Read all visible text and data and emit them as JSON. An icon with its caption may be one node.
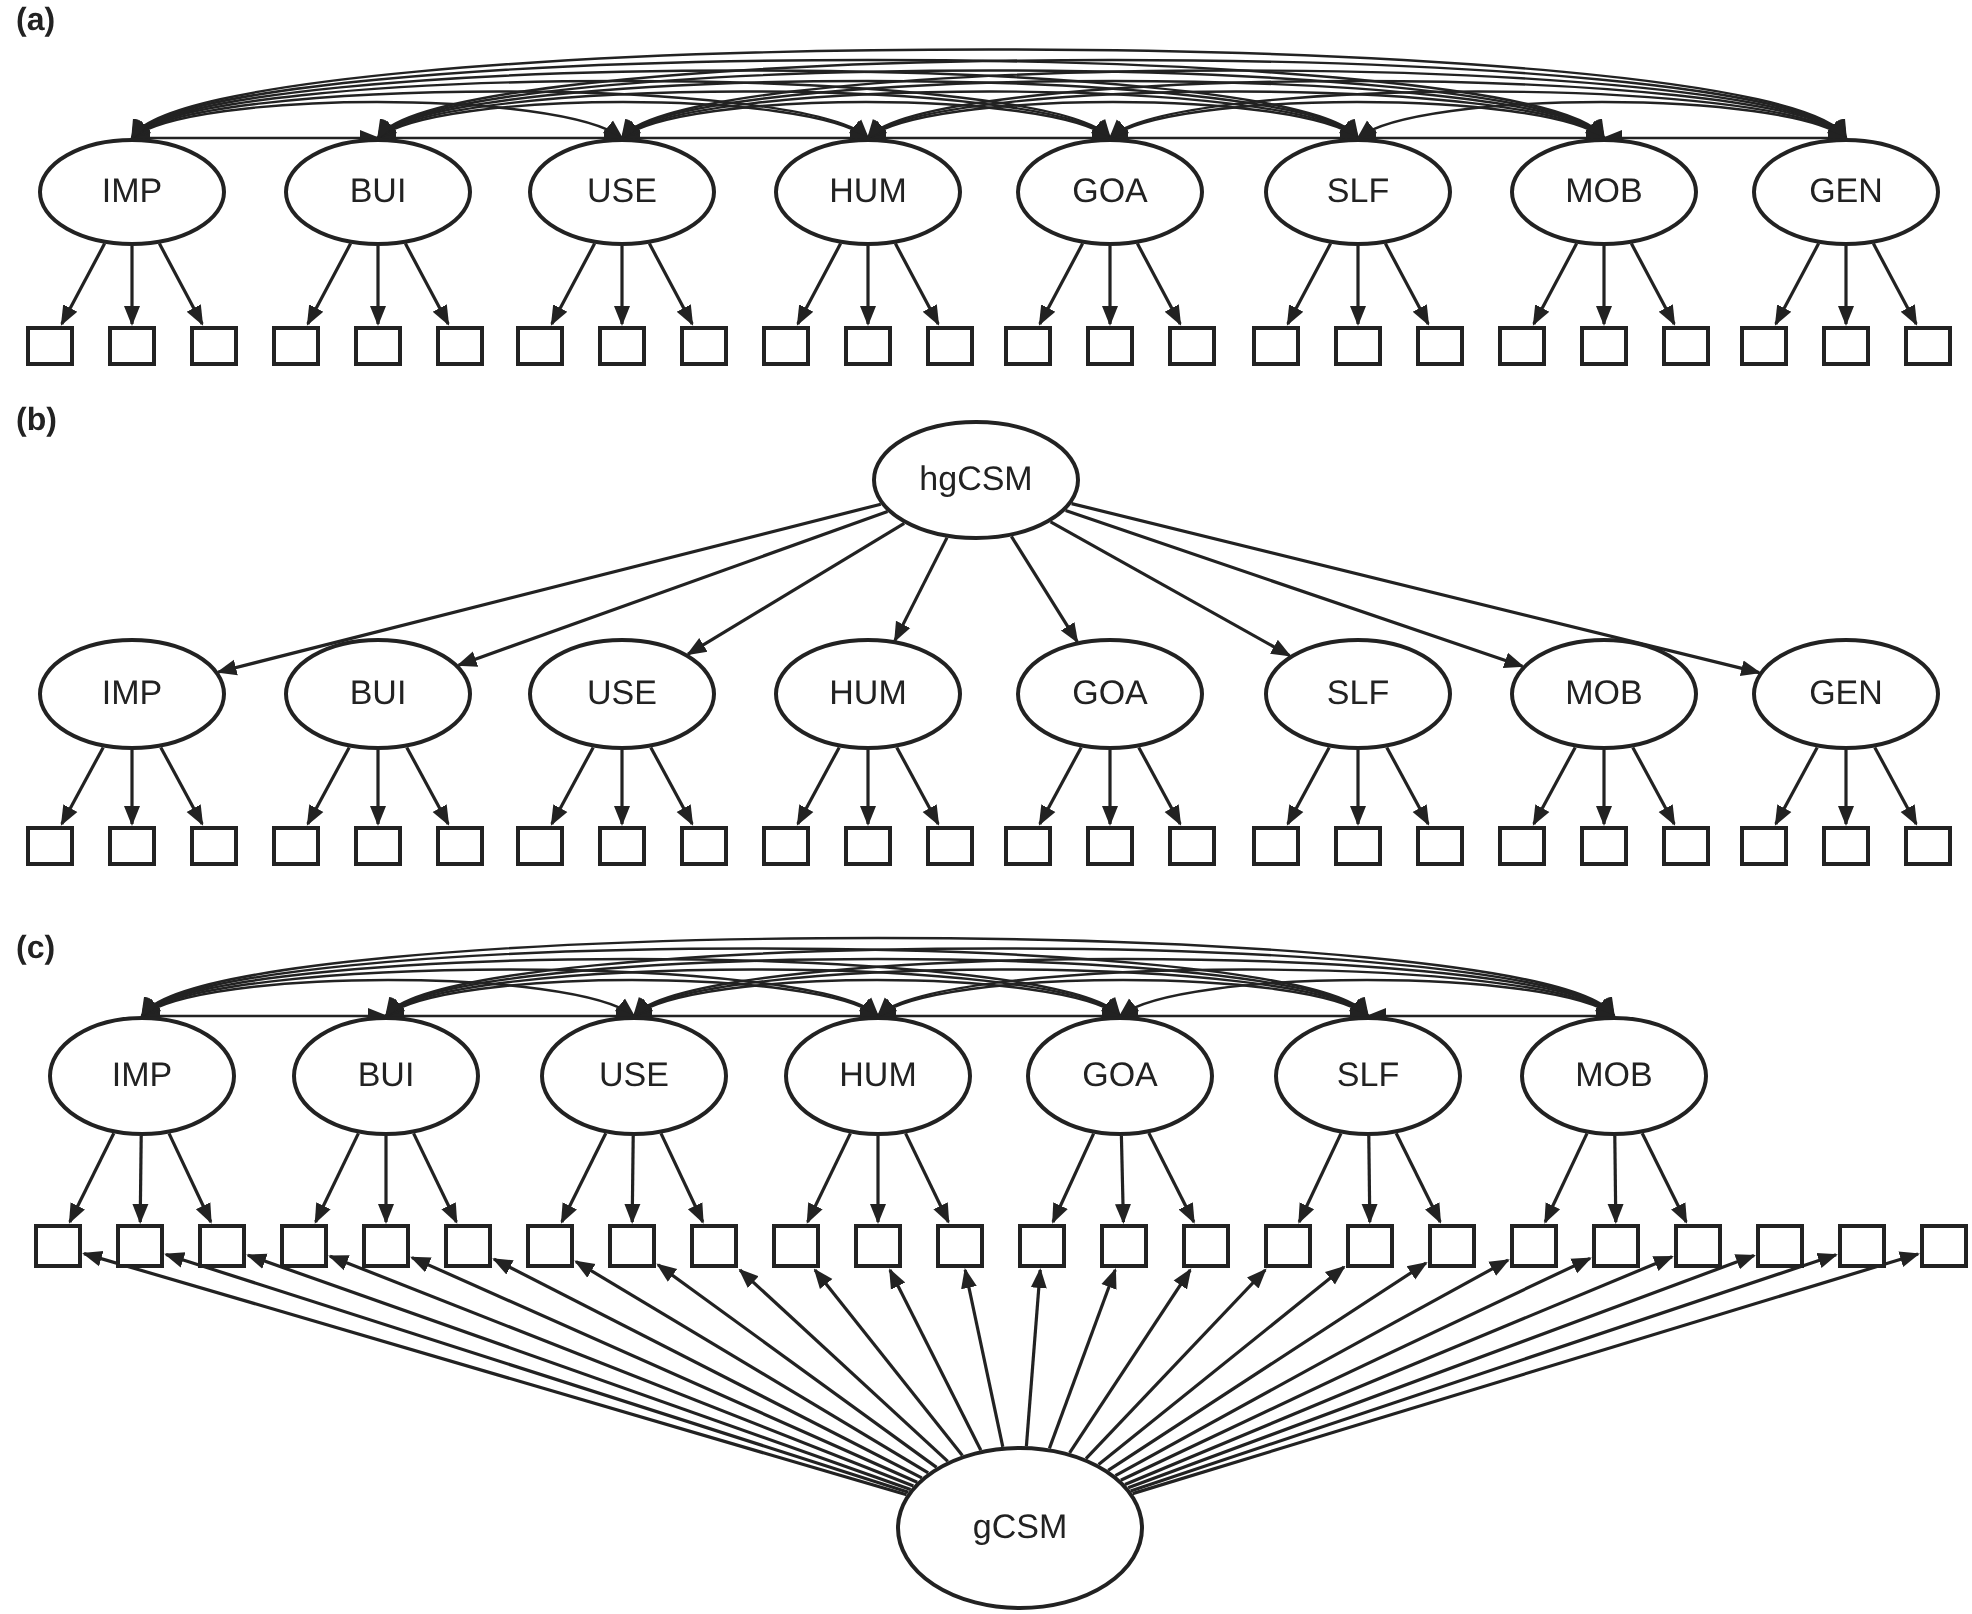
{
  "diagram": {
    "nodes": [
      {
        "text": [
          "IMP"
        ]
      },
      {
        "text": [
          "BUI"
        ]
      },
      {
        "text": [
          "USE"
        ]
      },
      {
        "text": [
          "HUM"
        ]
      },
      {
        "text": [
          "GOA"
        ]
      },
      {
        "text": [
          "SLF"
        ]
      },
      {
        "text": [
          "MOB"
        ]
      },
      {
        "text": [
          "GEN"
        ]
      },
      {
        "text": [],
        "shape": "box"
      },
      {
        "text": [],
        "shape": "box"
      },
      {
        "text": [],
        "shape": "box"
      },
      {
        "text": [],
        "shape": "box"
      },
      {
        "text": [],
        "shape": "box"
      },
      {
        "text": [],
        "shape": "box"
      },
      {
        "text": [],
        "shape": "box"
      },
      {
        "text": [],
        "shape": "box"
      },
      {
        "text": [],
        "shape": "box"
      },
      {
        "text": [],
        "shape": "box"
      },
      {
        "text": [],
        "shape": "box"
      },
      {
        "text": [],
        "shape": "box"
      },
      {
        "text": [],
        "shape": "box"
      },
      {
        "text": [],
        "shape": "box"
      },
      {
        "text": [],
        "shape": "box"
      },
      {
        "text": [],
        "shape": "box"
      },
      {
        "text": [],
        "shape": "box"
      },
      {
        "text": [],
        "shape": "box"
      },
      {
        "text": [],
        "shape": "box"
      },
      {
        "text": [],
        "shape": "box"
      },
      {
        "text": [],
        "shape": "box"
      },
      {
        "text": [],
        "shape": "box"
      },
      {
        "text": [],
        "shape": "box"
      },
      {
        "text": [],
        "shape": "box"
      },
      {
        "text": [
          "hgCSM"
        ]
      },
      {
        "text": [
          "IMP"
        ]
      },
      {
        "text": [
          "BUI"
        ]
      },
      {
        "text": [
          "USE"
        ]
      },
      {
        "text": [
          "HUM"
        ]
      },
      {
        "text": [
          "GOA"
        ]
      },
      {
        "text": [
          "SLF"
        ]
      },
      {
        "text": [
          "MOB"
        ]
      },
      {
        "text": [
          "GEN"
        ]
      },
      {
        "text": [],
        "shape": "box"
      },
      {
        "text": [],
        "shape": "box"
      },
      {
        "text": [],
        "shape": "box"
      },
      {
        "text": [],
        "shape": "box"
      },
      {
        "text": [],
        "shape": "box"
      },
      {
        "text": [],
        "shape": "box"
      },
      {
        "text": [],
        "shape": "box"
      },
      {
        "text": [],
        "shape": "box"
      },
      {
        "text": [],
        "shape": "box"
      },
      {
        "text": [],
        "shape": "box"
      },
      {
        "text": [],
        "shape": "box"
      },
      {
        "text": [],
        "shape": "box"
      },
      {
        "text": [],
        "shape": "box"
      },
      {
        "text": [],
        "shape": "box"
      },
      {
        "text": [],
        "shape": "box"
      },
      {
        "text": [],
        "shape": "box"
      },
      {
        "text": [],
        "shape": "box"
      },
      {
        "text": [],
        "shape": "box"
      },
      {
        "text": [],
        "shape": "box"
      },
      {
        "text": [],
        "shape": "box"
      },
      {
        "text": [],
        "shape": "box"
      },
      {
        "text": [],
        "shape": "box"
      },
      {
        "text": [],
        "shape": "box"
      },
      {
        "text": [],
        "shape": "box"
      },
      {
        "text": [
          "IMP"
        ]
      },
      {
        "text": [
          "BUI"
        ]
      },
      {
        "text": [
          "USE"
        ]
      },
      {
        "text": [
          "HUM"
        ]
      },
      {
        "text": [
          "GOA"
        ]
      },
      {
        "text": [
          "SLF"
        ]
      },
      {
        "text": [
          "MOB"
        ]
      },
      {
        "text": [],
        "shape": "box"
      },
      {
        "text": [],
        "shape": "box"
      },
      {
        "text": [],
        "shape": "box"
      },
      {
        "text": [],
        "shape": "box"
      },
      {
        "text": [],
        "shape": "box"
      },
      {
        "text": [],
        "shape": "box"
      },
      {
        "text": [],
        "shape": "box"
      },
      {
        "text": [],
        "shape": "box"
      },
      {
        "text": [],
        "shape": "box"
      },
      {
        "text": [],
        "shape": "box"
      },
      {
        "text": [],
        "shape": "box"
      },
      {
        "text": [],
        "shape": "box"
      },
      {
        "text": [],
        "shape": "box"
      },
      {
        "text": [],
        "shape": "box"
      },
      {
        "text": [],
        "shape": "box"
      },
      {
        "text": [],
        "shape": "box"
      },
      {
        "text": [],
        "shape": "box"
      },
      {
        "text": [],
        "shape": "box"
      },
      {
        "text": [],
        "shape": "box"
      },
      {
        "text": [],
        "shape": "box"
      },
      {
        "text": [],
        "shape": "box"
      },
      {
        "text": [],
        "shape": "box"
      },
      {
        "text": [],
        "shape": "box"
      },
      {
        "text": [],
        "shape": "box"
      },
      {
        "text": [
          "gCSM"
        ]
      }
    ],
    "edges": [
      {
        "from": 0,
        "to": 8,
        "arrow": "to"
      },
      {
        "from": 0,
        "to": 9,
        "arrow": "to"
      },
      {
        "from": 0,
        "to": 10,
        "arrow": "to"
      },
      {
        "from": 1,
        "to": 11,
        "arrow": "to"
      },
      {
        "from": 1,
        "to": 12,
        "arrow": "to"
      },
      {
        "from": 1,
        "to": 13,
        "arrow": "to"
      },
      {
        "from": 2,
        "to": 14,
        "arrow": "to"
      },
      {
        "from": 2,
        "to": 15,
        "arrow": "to"
      },
      {
        "from": 2,
        "to": 16,
        "arrow": "to"
      },
      {
        "from": 3,
        "to": 17,
        "arrow": "to"
      },
      {
        "from": 3,
        "to": 18,
        "arrow": "to"
      },
      {
        "from": 3,
        "to": 19,
        "arrow": "to"
      },
      {
        "from": 4,
        "to": 20,
        "arrow": "to"
      },
      {
        "from": 4,
        "to": 21,
        "arrow": "to"
      },
      {
        "from": 4,
        "to": 22,
        "arrow": "to"
      },
      {
        "from": 5,
        "to": 23,
        "arrow": "to"
      },
      {
        "from": 5,
        "to": 24,
        "arrow": "to"
      },
      {
        "from": 5,
        "to": 25,
        "arrow": "to"
      },
      {
        "from": 6,
        "to": 26,
        "arrow": "to"
      },
      {
        "from": 6,
        "to": 27,
        "arrow": "to"
      },
      {
        "from": 6,
        "to": 28,
        "arrow": "to"
      },
      {
        "from": 7,
        "to": 29,
        "arrow": "to"
      },
      {
        "from": 7,
        "to": 30,
        "arrow": "to"
      },
      {
        "from": 7,
        "to": 31,
        "arrow": "to"
      },
      {
        "from": 0,
        "to": 1,
        "arrow": "both"
      },
      {
        "from": 0,
        "to": 2,
        "arrow": "both"
      },
      {
        "from": 0,
        "to": 3,
        "arrow": "both"
      },
      {
        "from": 0,
        "to": 4,
        "arrow": "both"
      },
      {
        "from": 0,
        "to": 5,
        "arrow": "both"
      },
      {
        "from": 0,
        "to": 6,
        "arrow": "both"
      },
      {
        "from": 0,
        "to": 7,
        "arrow": "both"
      },
      {
        "from": 1,
        "to": 2,
        "arrow": "both"
      },
      {
        "from": 1,
        "to": 3,
        "arrow": "both"
      },
      {
        "from": 1,
        "to": 4,
        "arrow": "both"
      },
      {
        "from": 1,
        "to": 5,
        "arrow": "both"
      },
      {
        "from": 1,
        "to": 6,
        "arrow": "both"
      },
      {
        "from": 1,
        "to": 7,
        "arrow": "both"
      },
      {
        "from": 2,
        "to": 3,
        "arrow": "both"
      },
      {
        "from": 2,
        "to": 4,
        "arrow": "both"
      },
      {
        "from": 2,
        "to": 5,
        "arrow": "both"
      },
      {
        "from": 2,
        "to": 6,
        "arrow": "both"
      },
      {
        "from": 2,
        "to": 7,
        "arrow": "both"
      },
      {
        "from": 3,
        "to": 4,
        "arrow": "both"
      },
      {
        "from": 3,
        "to": 5,
        "arrow": "both"
      },
      {
        "from": 3,
        "to": 6,
        "arrow": "both"
      },
      {
        "from": 3,
        "to": 7,
        "arrow": "both"
      },
      {
        "from": 4,
        "to": 5,
        "arrow": "both"
      },
      {
        "from": 4,
        "to": 6,
        "arrow": "both"
      },
      {
        "from": 4,
        "to": 7,
        "arrow": "both"
      },
      {
        "from": 5,
        "to": 6,
        "arrow": "both"
      },
      {
        "from": 5,
        "to": 7,
        "arrow": "both"
      },
      {
        "from": 6,
        "to": 7,
        "arrow": "both"
      },
      {
        "from": 32,
        "to": 33,
        "arrow": "to"
      },
      {
        "from": 32,
        "to": 34,
        "arrow": "to"
      },
      {
        "from": 32,
        "to": 35,
        "arrow": "to"
      },
      {
        "from": 32,
        "to": 36,
        "arrow": "to"
      },
      {
        "from": 32,
        "to": 37,
        "arrow": "to"
      },
      {
        "from": 32,
        "to": 38,
        "arrow": "to"
      },
      {
        "from": 32,
        "to": 39,
        "arrow": "to"
      },
      {
        "from": 32,
        "to": 40,
        "arrow": "to"
      },
      {
        "from": 33,
        "to": 41,
        "arrow": "to"
      },
      {
        "from": 33,
        "to": 42,
        "arrow": "to"
      },
      {
        "from": 33,
        "to": 43,
        "arrow": "to"
      },
      {
        "from": 34,
        "to": 44,
        "arrow": "to"
      },
      {
        "from": 34,
        "to": 45,
        "arrow": "to"
      },
      {
        "from": 34,
        "to": 46,
        "arrow": "to"
      },
      {
        "from": 35,
        "to": 47,
        "arrow": "to"
      },
      {
        "from": 35,
        "to": 48,
        "arrow": "to"
      },
      {
        "from": 35,
        "to": 49,
        "arrow": "to"
      },
      {
        "from": 36,
        "to": 50,
        "arrow": "to"
      },
      {
        "from": 36,
        "to": 51,
        "arrow": "to"
      },
      {
        "from": 36,
        "to": 52,
        "arrow": "to"
      },
      {
        "from": 37,
        "to": 53,
        "arrow": "to"
      },
      {
        "from": 37,
        "to": 54,
        "arrow": "to"
      },
      {
        "from": 37,
        "to": 55,
        "arrow": "to"
      },
      {
        "from": 38,
        "to": 56,
        "arrow": "to"
      },
      {
        "from": 38,
        "to": 57,
        "arrow": "to"
      },
      {
        "from": 38,
        "to": 58,
        "arrow": "to"
      },
      {
        "from": 39,
        "to": 59,
        "arrow": "to"
      },
      {
        "from": 39,
        "to": 60,
        "arrow": "to"
      },
      {
        "from": 39,
        "to": 61,
        "arrow": "to"
      },
      {
        "from": 40,
        "to": 62,
        "arrow": "to"
      },
      {
        "from": 40,
        "to": 63,
        "arrow": "to"
      },
      {
        "from": 40,
        "to": 64,
        "arrow": "to"
      },
      {
        "from": 65,
        "to": 72,
        "arrow": "to"
      },
      {
        "from": 65,
        "to": 73,
        "arrow": "to"
      },
      {
        "from": 65,
        "to": 74,
        "arrow": "to"
      },
      {
        "from": 66,
        "to": 75,
        "arrow": "to"
      },
      {
        "from": 66,
        "to": 76,
        "arrow": "to"
      },
      {
        "from": 66,
        "to": 77,
        "arrow": "to"
      },
      {
        "from": 67,
        "to": 78,
        "arrow": "to"
      },
      {
        "from": 67,
        "to": 79,
        "arrow": "to"
      },
      {
        "from": 67,
        "to": 80,
        "arrow": "to"
      },
      {
        "from": 68,
        "to": 81,
        "arrow": "to"
      },
      {
        "from": 68,
        "to": 82,
        "arrow": "to"
      },
      {
        "from": 68,
        "to": 83,
        "arrow": "to"
      },
      {
        "from": 69,
        "to": 84,
        "arrow": "to"
      },
      {
        "from": 69,
        "to": 85,
        "arrow": "to"
      },
      {
        "from": 69,
        "to": 86,
        "arrow": "to"
      },
      {
        "from": 70,
        "to": 87,
        "arrow": "to"
      },
      {
        "from": 70,
        "to": 88,
        "arrow": "to"
      },
      {
        "from": 70,
        "to": 89,
        "arrow": "to"
      },
      {
        "from": 71,
        "to": 90,
        "arrow": "to"
      },
      {
        "from": 71,
        "to": 91,
        "arrow": "to"
      },
      {
        "from": 71,
        "to": 92,
        "arrow": "to"
      },
      {
        "from": 65,
        "to": 66,
        "arrow": "both"
      },
      {
        "from": 65,
        "to": 67,
        "arrow": "both"
      },
      {
        "from": 65,
        "to": 68,
        "arrow": "both"
      },
      {
        "from": 65,
        "to": 69,
        "arrow": "both"
      },
      {
        "from": 65,
        "to": 70,
        "arrow": "both"
      },
      {
        "from": 65,
        "to": 71,
        "arrow": "both"
      },
      {
        "from": 66,
        "to": 67,
        "arrow": "both"
      },
      {
        "from": 66,
        "to": 68,
        "arrow": "both"
      },
      {
        "from": 66,
        "to": 69,
        "arrow": "both"
      },
      {
        "from": 66,
        "to": 70,
        "arrow": "both"
      },
      {
        "from": 66,
        "to": 71,
        "arrow": "both"
      },
      {
        "from": 67,
        "to": 68,
        "arrow": "both"
      },
      {
        "from": 67,
        "to": 69,
        "arrow": "both"
      },
      {
        "from": 67,
        "to": 70,
        "arrow": "both"
      },
      {
        "from": 67,
        "to": 71,
        "arrow": "both"
      },
      {
        "from": 68,
        "to": 69,
        "arrow": "both"
      },
      {
        "from": 68,
        "to": 70,
        "arrow": "both"
      },
      {
        "from": 68,
        "to": 71,
        "arrow": "both"
      },
      {
        "from": 69,
        "to": 70,
        "arrow": "both"
      },
      {
        "from": 69,
        "to": 71,
        "arrow": "both"
      },
      {
        "from": 70,
        "to": 71,
        "arrow": "both"
      },
      {
        "from": 96,
        "to": 72,
        "arrow": "to"
      },
      {
        "from": 96,
        "to": 73,
        "arrow": "to"
      },
      {
        "from": 96,
        "to": 74,
        "arrow": "to"
      },
      {
        "from": 96,
        "to": 75,
        "arrow": "to"
      },
      {
        "from": 96,
        "to": 76,
        "arrow": "to"
      },
      {
        "from": 96,
        "to": 77,
        "arrow": "to"
      },
      {
        "from": 96,
        "to": 78,
        "arrow": "to"
      },
      {
        "from": 96,
        "to": 79,
        "arrow": "to"
      },
      {
        "from": 96,
        "to": 80,
        "arrow": "to"
      },
      {
        "from": 96,
        "to": 81,
        "arrow": "to"
      },
      {
        "from": 96,
        "to": 82,
        "arrow": "to"
      },
      {
        "from": 96,
        "to": 83,
        "arrow": "to"
      },
      {
        "from": 96,
        "to": 84,
        "arrow": "to"
      },
      {
        "from": 96,
        "to": 85,
        "arrow": "to"
      },
      {
        "from": 96,
        "to": 86,
        "arrow": "to"
      },
      {
        "from": 96,
        "to": 87,
        "arrow": "to"
      },
      {
        "from": 96,
        "to": 88,
        "arrow": "to"
      },
      {
        "from": 96,
        "to": 89,
        "arrow": "to"
      },
      {
        "from": 96,
        "to": 90,
        "arrow": "to"
      },
      {
        "from": 96,
        "to": 91,
        "arrow": "to"
      },
      {
        "from": 96,
        "to": 92,
        "arrow": "to"
      },
      {
        "from": 96,
        "to": 93,
        "arrow": "to"
      },
      {
        "from": 96,
        "to": 94,
        "arrow": "to"
      },
      {
        "from": 96,
        "to": 95,
        "arrow": "to"
      }
    ],
    "labels": [
      "(a)",
      "(b)",
      "(c)"
    ]
  }
}
